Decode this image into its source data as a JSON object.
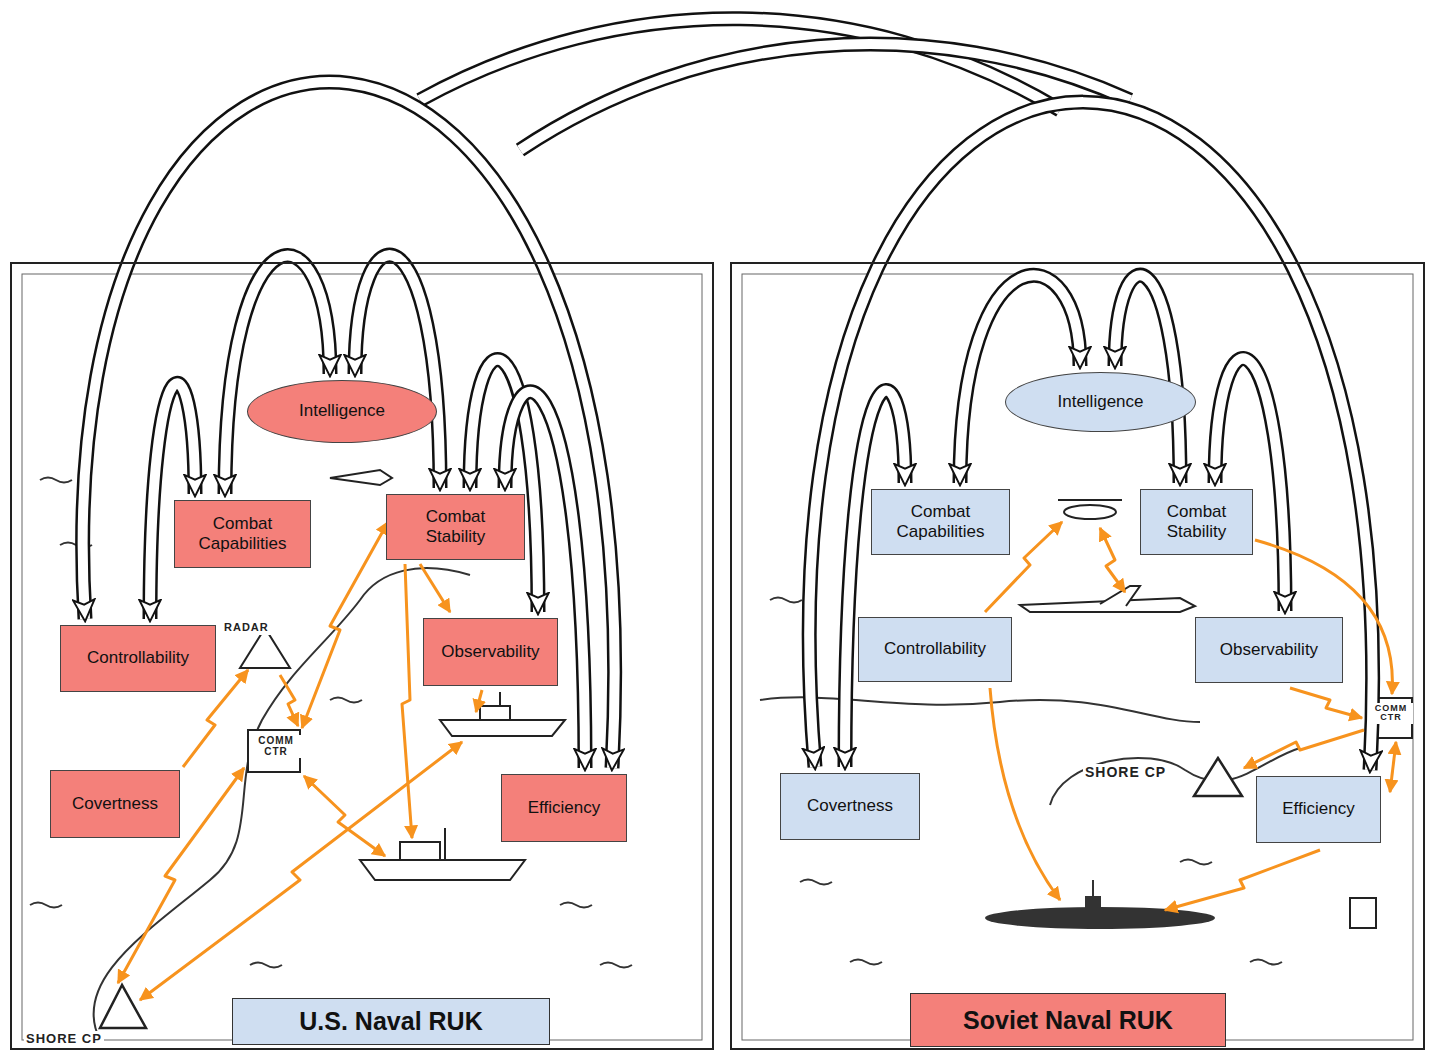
{
  "diagram": {
    "nodes": [
      {
        "text": [
          "U.S. Naval RUK"
        ]
      },
      {
        "text": [
          "Intelligence"
        ],
        "in": 0
      },
      {
        "text": [
          "Combat Capabilities"
        ],
        "in": 0
      },
      {
        "text": [
          "Combat Stability"
        ],
        "in": 0
      },
      {
        "text": [
          "Controllability"
        ],
        "in": 0
      },
      {
        "text": [
          "Observability"
        ],
        "in": 0
      },
      {
        "text": [
          "Covertness"
        ],
        "in": 0
      },
      {
        "text": [
          "Efficiency"
        ],
        "in": 0
      },
      {
        "text": [
          "Soviet Naval RUK"
        ]
      },
      {
        "text": [
          "Intelligence"
        ],
        "in": 8
      },
      {
        "text": [
          "Combat Capabilities"
        ],
        "in": 8
      },
      {
        "text": [
          "Combat Stability"
        ],
        "in": 8
      },
      {
        "text": [
          "Controllability"
        ],
        "in": 8
      },
      {
        "text": [
          "Observability"
        ],
        "in": 8
      },
      {
        "text": [
          "Covertness"
        ],
        "in": 8
      },
      {
        "text": [
          "Efficiency"
        ],
        "in": 8
      }
    ],
    "labels": [
      "RADAR",
      "COMM CTR",
      "SHORE CP",
      "SHORE CP",
      "COMM CTR"
    ]
  }
}
